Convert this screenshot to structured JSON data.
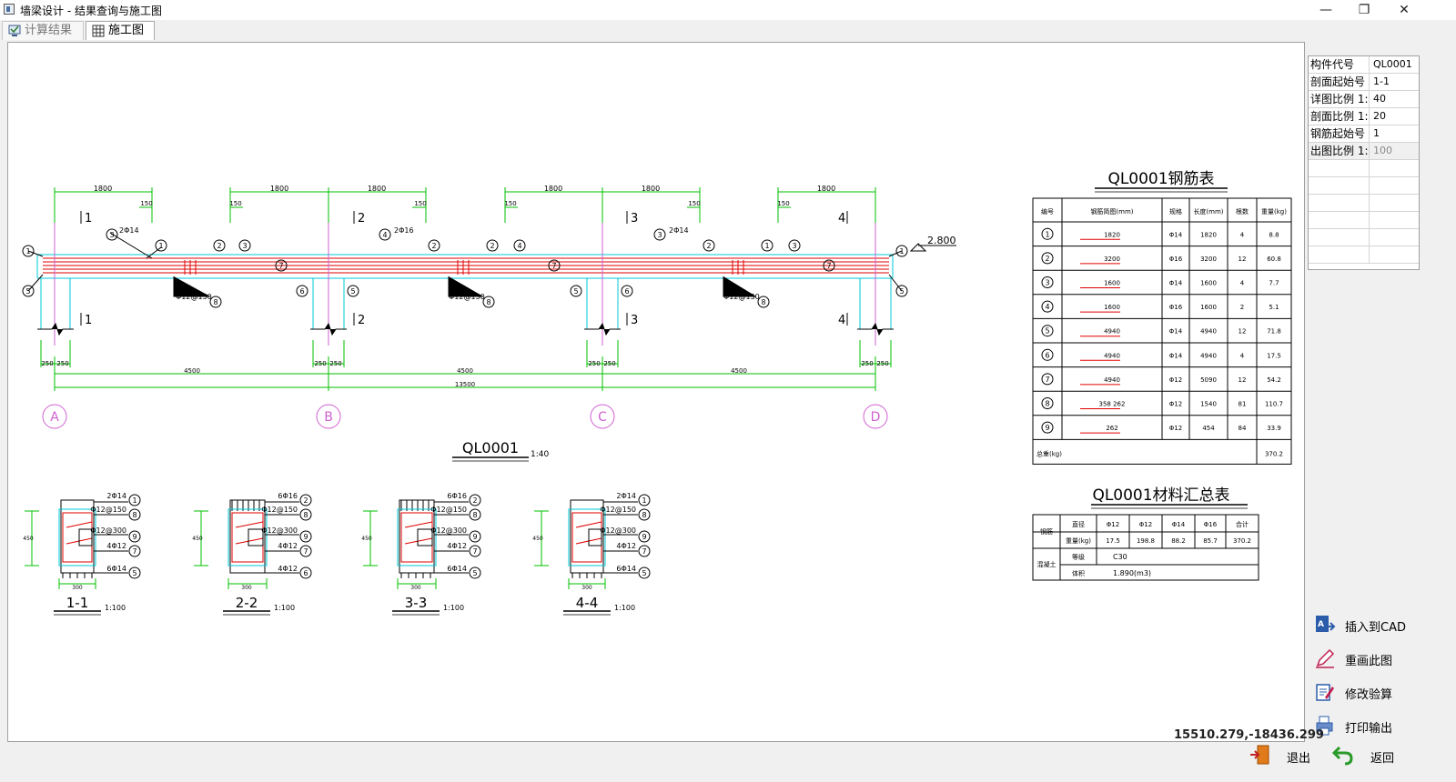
{
  "window": {
    "title": "墙梁设计 - 结果查询与施工图",
    "minimize": "—",
    "restore": "❐",
    "close": "✕"
  },
  "tabs": [
    {
      "label": "计算结果"
    },
    {
      "label": "施工图"
    }
  ],
  "properties": [
    {
      "key": "构件代号",
      "value": "QL0001"
    },
    {
      "key": "剖面起始号",
      "value": "1-1"
    },
    {
      "key": "详图比例 1:",
      "value": "40"
    },
    {
      "key": "剖面比例 1:",
      "value": "20"
    },
    {
      "key": "钢筋起始号",
      "value": "1"
    },
    {
      "key": "出图比例 1:",
      "value": "100"
    }
  ],
  "actions": [
    {
      "label": "插入到CAD"
    },
    {
      "label": "重画此图"
    },
    {
      "label": "修改验算"
    },
    {
      "label": "打印输出"
    }
  ],
  "status": {
    "coords": "15510.279,-18436.299"
  },
  "bottom_buttons": [
    {
      "label": "退出"
    },
    {
      "label": "返回"
    }
  ],
  "drawing": {
    "title": "QL0001",
    "title_scale": "1:40",
    "top_dims": [
      "1800",
      "1800",
      "1800",
      "1800",
      "1800",
      "1800"
    ],
    "small_dim": "150",
    "elevation": "2.800",
    "section_marks": [
      "1",
      "2",
      "3",
      "4"
    ],
    "bottom_dims": {
      "stub": "250",
      "span": "4500",
      "total": "13500"
    },
    "axes": [
      "A",
      "B",
      "C",
      "D"
    ],
    "bar_tags": [
      "2Φ14",
      "2Φ16",
      "Φ12@150"
    ],
    "sections": [
      {
        "name": "1-1",
        "scale": "1:100",
        "width_dim": "300",
        "height_dim": "450",
        "labels": [
          "2Φ14",
          "Φ12@150",
          "Φ12@300",
          "4Φ12",
          "6Φ14"
        ],
        "nums": [
          "1",
          "8",
          "9",
          "7",
          "5"
        ]
      },
      {
        "name": "2-2",
        "scale": "1:100",
        "width_dim": "300",
        "height_dim": "450",
        "labels": [
          "6Φ16",
          "Φ12@150",
          "Φ12@300",
          "4Φ12",
          "4Φ12"
        ],
        "nums": [
          "2",
          "8",
          "9",
          "7",
          "6"
        ]
      },
      {
        "name": "3-3",
        "scale": "1:100",
        "width_dim": "300",
        "height_dim": "450",
        "labels": [
          "6Φ16",
          "Φ12@150",
          "Φ12@300",
          "4Φ12",
          "6Φ14"
        ],
        "nums": [
          "2",
          "8",
          "9",
          "7",
          "5"
        ]
      },
      {
        "name": "4-4",
        "scale": "1:100",
        "width_dim": "300",
        "height_dim": "450",
        "labels": [
          "2Φ14",
          "Φ12@150",
          "Φ12@300",
          "4Φ12",
          "6Φ14"
        ],
        "nums": [
          "1",
          "8",
          "9",
          "7",
          "5"
        ]
      }
    ]
  },
  "rebar_table": {
    "title": "QL0001钢筋表",
    "headers": [
      "编号",
      "钢筋简图(mm)",
      "规格",
      "长度(mm)",
      "根数",
      "重量(kg)"
    ],
    "rows": [
      {
        "no": "1",
        "shape": "1820",
        "spec": "Φ14",
        "length": "1820",
        "count": "4",
        "weight": "8.8"
      },
      {
        "no": "2",
        "shape": "3200",
        "spec": "Φ16",
        "length": "3200",
        "count": "12",
        "weight": "60.8"
      },
      {
        "no": "3",
        "shape": "1600",
        "spec": "Φ14",
        "length": "1600",
        "count": "4",
        "weight": "7.7"
      },
      {
        "no": "4",
        "shape": "1600",
        "spec": "Φ16",
        "length": "1600",
        "count": "2",
        "weight": "5.1"
      },
      {
        "no": "5",
        "shape": "4940",
        "spec": "Φ14",
        "length": "4940",
        "count": "12",
        "weight": "71.8"
      },
      {
        "no": "6",
        "shape": "4940",
        "spec": "Φ14",
        "length": "4940",
        "count": "4",
        "weight": "17.5"
      },
      {
        "no": "7",
        "shape": "4940",
        "spec": "Φ12",
        "length": "5090",
        "count": "12",
        "weight": "54.2"
      },
      {
        "no": "8",
        "shape": "358 262",
        "spec": "Φ12",
        "length": "1540",
        "count": "81",
        "weight": "110.7"
      },
      {
        "no": "9",
        "shape": "262",
        "spec": "Φ12",
        "length": "454",
        "count": "84",
        "weight": "33.9"
      }
    ],
    "total_label": "总重(kg)",
    "total": "370.2"
  },
  "material_table": {
    "title": "QL0001材料汇总表",
    "steel_label": "钢筋",
    "concrete_label": "混凝土",
    "headers": [
      "直径",
      "Φ12",
      "Φ12",
      "Φ14",
      "Φ16",
      "合计"
    ],
    "weight_label": "重量(kg)",
    "weights": [
      "17.5",
      "198.8",
      "88.2",
      "85.7",
      "370.2"
    ],
    "grade_label": "等级",
    "grade": "C30",
    "volume_label": "体积",
    "volume": "1.890(m3)"
  }
}
